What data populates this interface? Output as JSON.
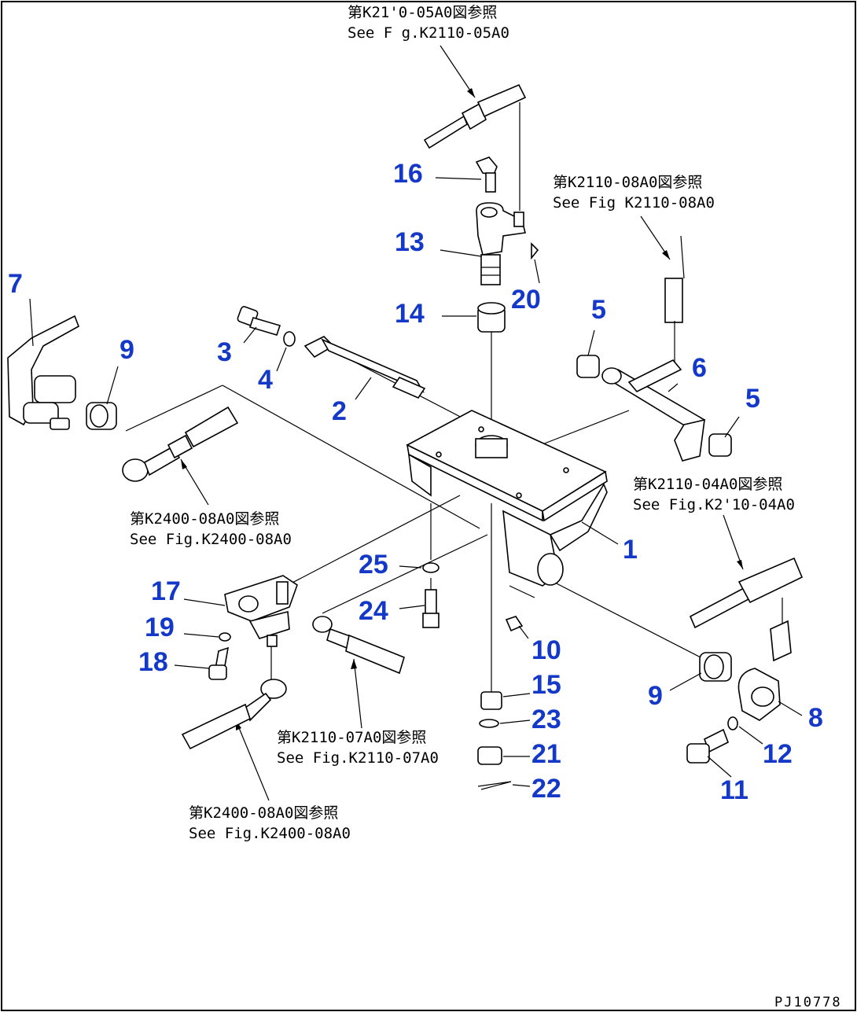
{
  "references": [
    {
      "id": "k2110-05a0",
      "ja": "第K21'0-05A0図参照",
      "en": "See F g.K2110-05A0"
    },
    {
      "id": "k2110-08a0",
      "ja": "第K2110-08A0図参照",
      "en": "See Fig K2110-08A0"
    },
    {
      "id": "k2400-08a0-top",
      "ja": "第K2400-08A0図参照",
      "en": "See Fig.K2400-08A0"
    },
    {
      "id": "k2110-04a0",
      "ja": "第K2110-04A0図参照",
      "en": "See Fig.K2'10-04A0"
    },
    {
      "id": "k2110-07a0",
      "ja": "第K2110-07A0図参照",
      "en": "See Fig.K2110-07A0"
    },
    {
      "id": "k2400-08a0-bottom",
      "ja": "第K2400-08A0図参照",
      "en": "See Fig.K2400-08A0"
    }
  ],
  "callouts": [
    "1",
    "2",
    "3",
    "4",
    "5",
    "5",
    "6",
    "7",
    "8",
    "9",
    "9",
    "10",
    "11",
    "12",
    "13",
    "14",
    "15",
    "16",
    "17",
    "18",
    "19",
    "20",
    "21",
    "22",
    "23",
    "24",
    "25"
  ],
  "drawing_code": "PJ10778",
  "colors": {
    "callout": "#1438c8",
    "line": "#000000",
    "background": "#ffffff"
  }
}
